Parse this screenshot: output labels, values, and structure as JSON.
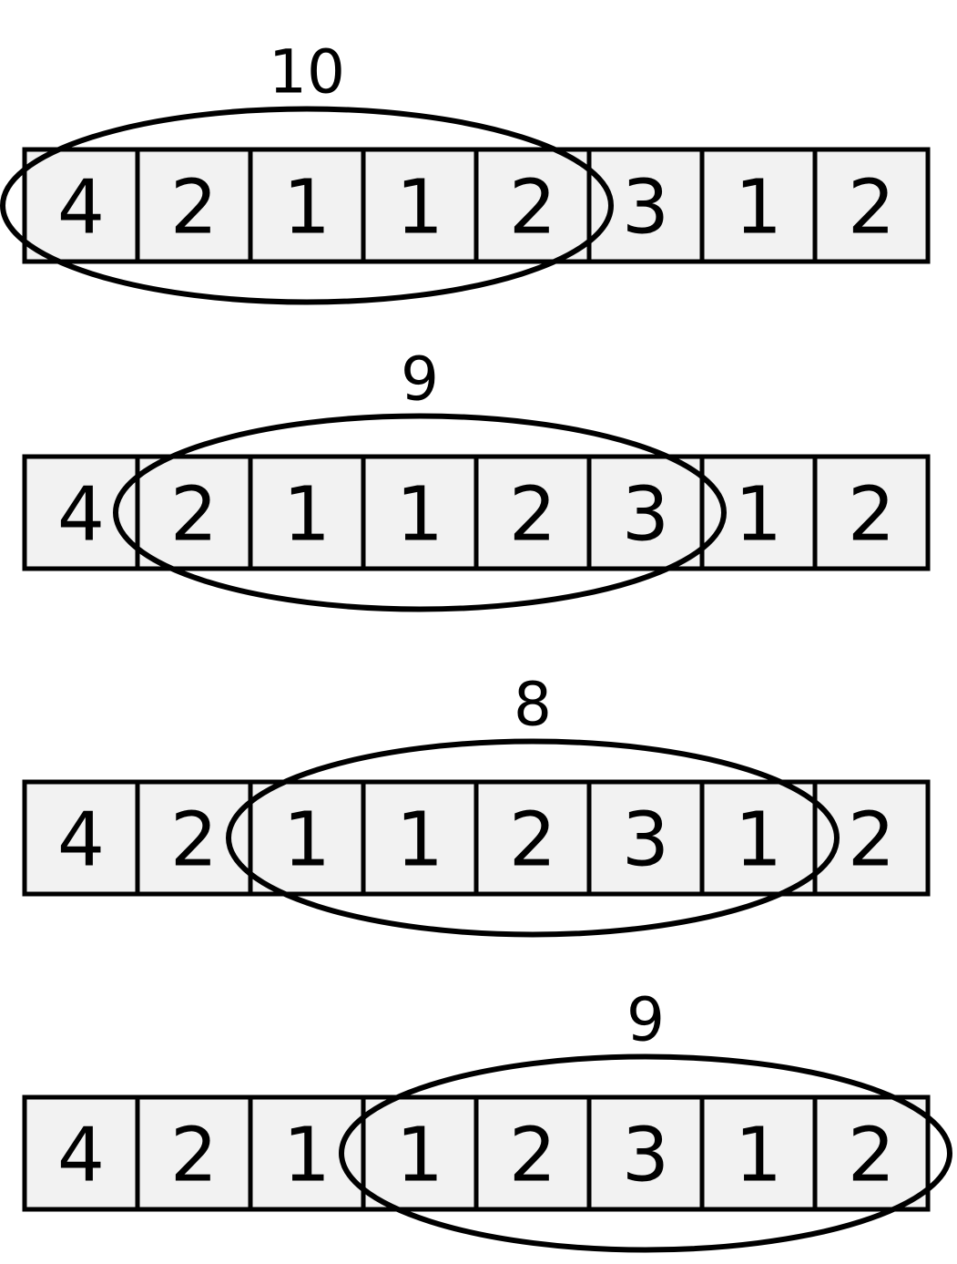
{
  "rows": [
    {
      "cells": [
        "4",
        "2",
        "1",
        "1",
        "2",
        "3",
        "1",
        "2"
      ],
      "window_start": 0,
      "window_length": 5,
      "sum": "10"
    },
    {
      "cells": [
        "4",
        "2",
        "1",
        "1",
        "2",
        "3",
        "1",
        "2"
      ],
      "window_start": 1,
      "window_length": 5,
      "sum": "9"
    },
    {
      "cells": [
        "4",
        "2",
        "1",
        "1",
        "2",
        "3",
        "1",
        "2"
      ],
      "window_start": 2,
      "window_length": 5,
      "sum": "8"
    },
    {
      "cells": [
        "4",
        "2",
        "1",
        "1",
        "2",
        "3",
        "1",
        "2"
      ],
      "window_start": 3,
      "window_length": 5,
      "sum": "9"
    }
  ]
}
